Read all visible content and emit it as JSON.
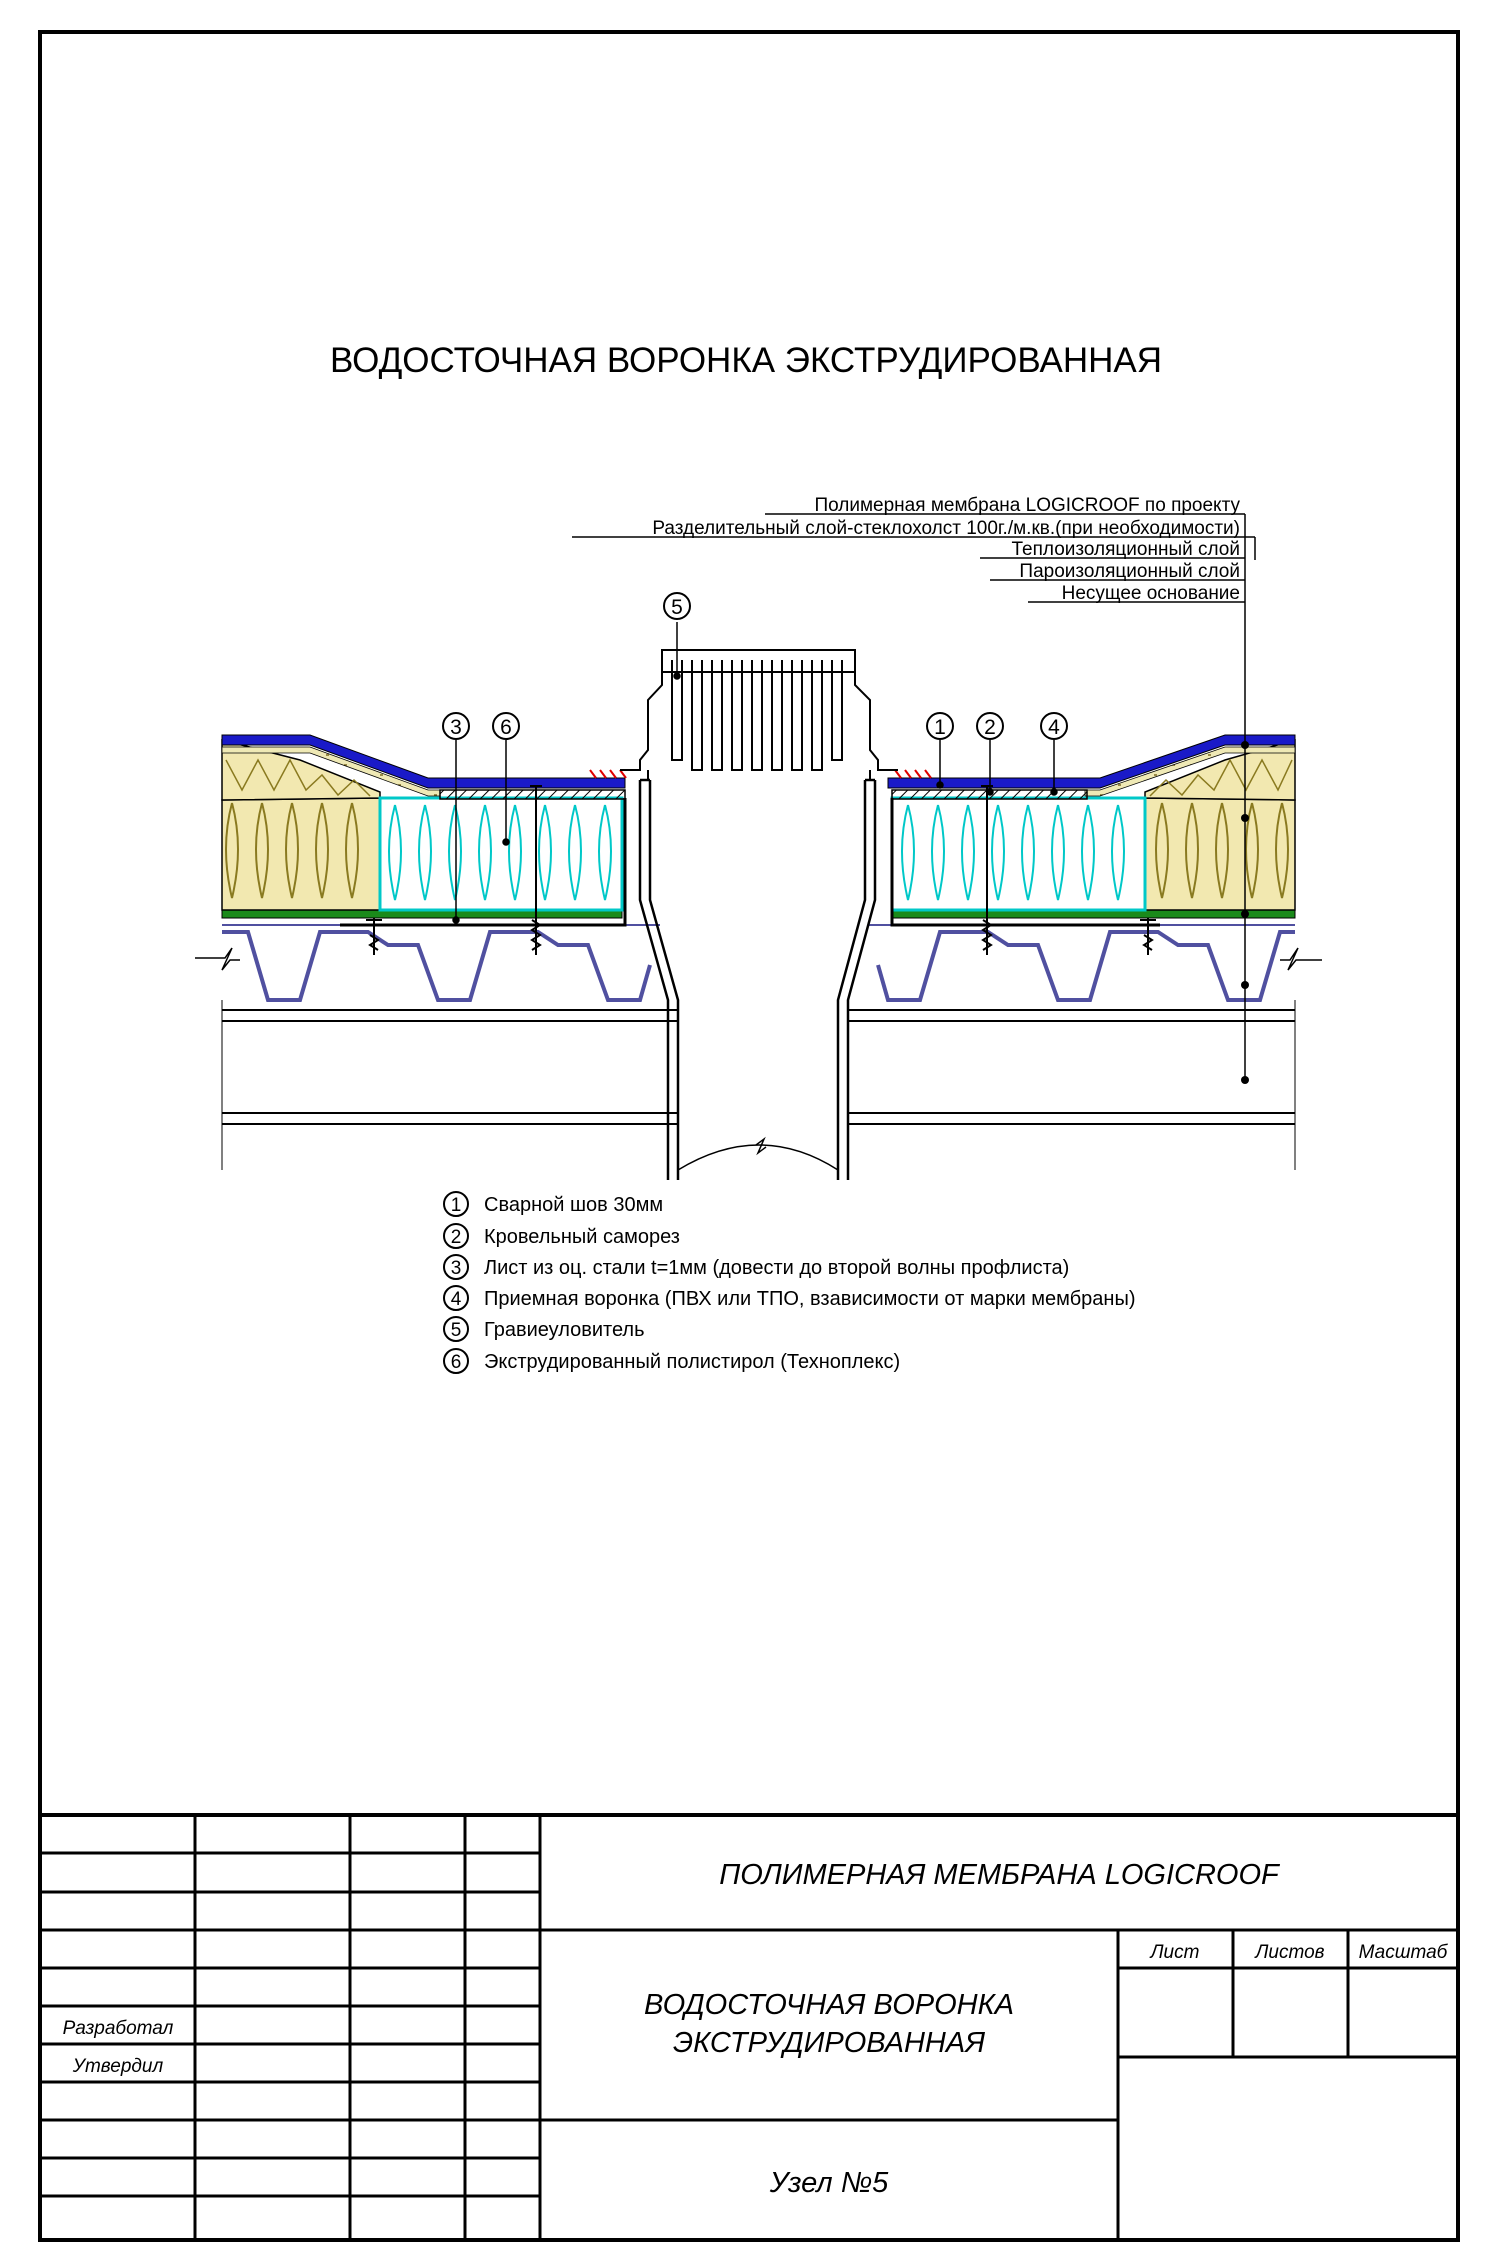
{
  "title": "ВОДОСТОЧНАЯ ВОРОНКА ЭКСТРУДИРОВАННАЯ",
  "layers": [
    "Полимерная мембрана LOGICROOF по проекту",
    "Разделительный слой-стеклохолст 100г./м.кв.(при необходимости)",
    "Теплоизоляционный слой",
    "Пароизоляционный слой",
    "Несущее основание"
  ],
  "legend": [
    {
      "num": "1",
      "text": "Сварной шов 30мм"
    },
    {
      "num": "2",
      "text": "Кровельный саморез"
    },
    {
      "num": "3",
      "text": "Лист из оц. стали t=1мм (довести до второй волны профлиста)"
    },
    {
      "num": "4",
      "text": "Приемная воронка (ПВХ или ТПО, взависимости от марки мембраны)"
    },
    {
      "num": "5",
      "text": "Гравиеуловитель"
    },
    {
      "num": "6",
      "text": "Экструдированный полистирол (Техноплекс)"
    }
  ],
  "callouts": {
    "left": [
      "3",
      "6"
    ],
    "right": [
      "1",
      "2",
      "4"
    ],
    "top": "5"
  },
  "stamp": {
    "project": "ПОЛИМЕРНАЯ МЕМБРАНА LOGICROOF",
    "drawing_line1": "ВОДОСТОЧНАЯ ВОРОНКА",
    "drawing_line2": "ЭКСТРУДИРОВАННАЯ",
    "node": "Узел №5",
    "sheet": "Лист",
    "sheets": "Листов",
    "scale": "Масштаб",
    "developed": "Разработал",
    "approved": "Утвердил"
  },
  "colors": {
    "membrane": "#1a1ac8",
    "insulation": "#e6d9a0",
    "insulation_line": "#9a8a30",
    "xps": "#00c8c8",
    "vapor_barrier": "#1a8a1a",
    "deck": "#5050a0",
    "seam": "#e00000"
  }
}
